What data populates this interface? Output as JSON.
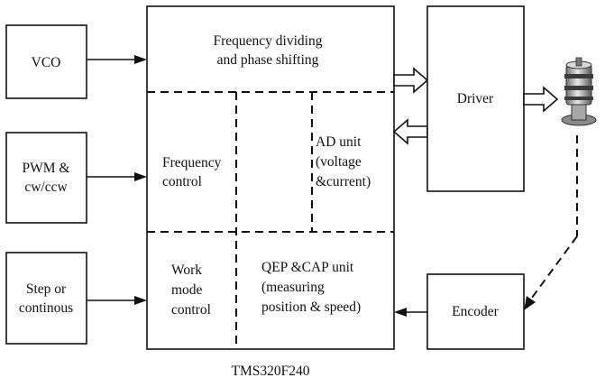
{
  "blocks": {
    "vco": "VCO",
    "pwm": [
      "PWM &",
      "cw/ccw"
    ],
    "step": [
      "Step or",
      "continous"
    ],
    "freq_div": [
      "Frequency dividing",
      "and phase shifting"
    ],
    "freq_control": [
      "Frequency",
      "control"
    ],
    "ad_unit": [
      "AD unit",
      "(voltage",
      "&current)"
    ],
    "work_mode": [
      "Work",
      "mode",
      "control"
    ],
    "qep": [
      "QEP &CAP unit",
      "(measuring",
      "position & speed)"
    ],
    "driver": "Driver",
    "encoder": "Encoder"
  },
  "chip_label": "TMS320F240",
  "icons": {
    "motor": "ultrasonic-motor-icon"
  },
  "colors": {
    "stroke": "#111111",
    "background": "#ffffff"
  }
}
